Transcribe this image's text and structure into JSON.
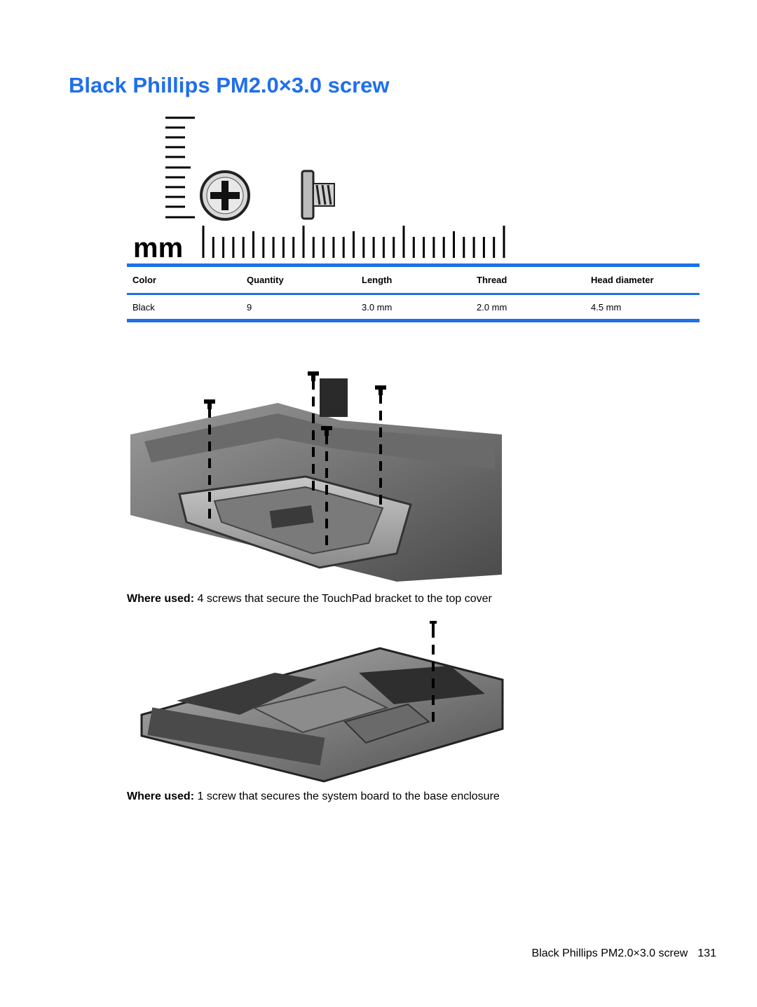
{
  "page": {
    "title": "Black Phillips PM2.0×3.0 screw"
  },
  "figure_ruler": {
    "unit_label": "mm"
  },
  "spec_table": {
    "headers": [
      "Color",
      "Quantity",
      "Length",
      "Thread",
      "Head diameter"
    ],
    "rows": [
      [
        "Black",
        "9",
        "3.0 mm",
        "2.0 mm",
        "4.5 mm"
      ]
    ]
  },
  "usage": [
    {
      "label": "Where used:",
      "text": "4 screws that secure the TouchPad bracket to the top cover"
    },
    {
      "label": "Where used:",
      "text": "1 screw that secures the system board to the base enclosure"
    }
  ],
  "footer": {
    "running_title": "Black Phillips PM2.0×3.0 screw",
    "page_number": "131"
  },
  "colors": {
    "accent": "#1f6feb"
  }
}
